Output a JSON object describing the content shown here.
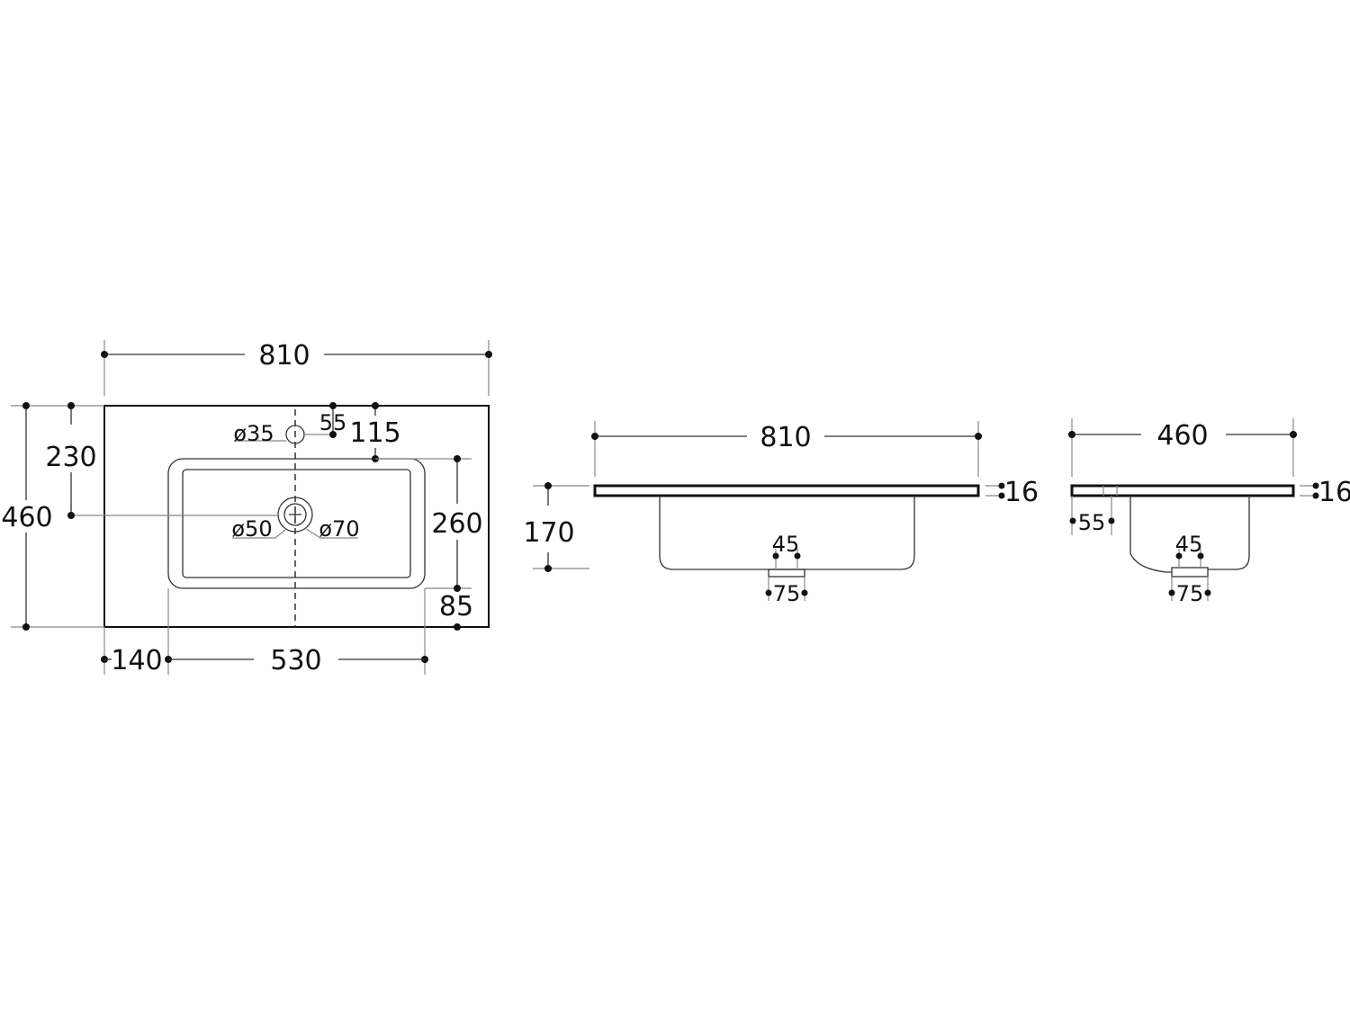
{
  "top_view": {
    "width": "810",
    "depth": "460",
    "tap_hole_offset": "230",
    "tap_hole_diameter": "ø35",
    "tap_hole_from_back": "55",
    "bowl_from_back": "115",
    "bowl_depth": "260",
    "bowl_from_front": "85",
    "bowl_from_side": "140",
    "bowl_width": "530",
    "drain_inner_diameter": "ø50",
    "drain_outer_diameter": "ø70"
  },
  "front_view": {
    "width": "810",
    "slab_thickness": "16",
    "total_height": "170",
    "drain_outlet": "45",
    "drain_flange": "75"
  },
  "side_view": {
    "depth": "460",
    "slab_thickness": "16",
    "overflow_offset": "55",
    "drain_outlet": "45",
    "drain_flange": "75"
  }
}
